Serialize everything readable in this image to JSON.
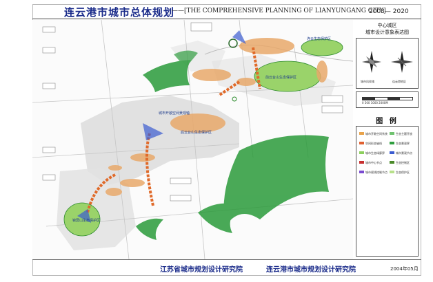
{
  "header": {
    "title_cn": "连云港市城市总体规划",
    "title_en": "——[THE COMPREHENSIVE PLANNING OF LIANYUNGANG CITY]",
    "years": "2003— 2020"
  },
  "sidebar": {
    "subtitle_line1": "中心城区",
    "subtitle_line2": "城市设计意象表达图",
    "rose_left_label": "城市风玫瑰",
    "rose_right_label": "连云港地区",
    "scale_text": "0  500 1000  2000M",
    "legend_title": "图 例",
    "legend_items": [
      {
        "label": "城市开敞空间系统",
        "color": "#e8a24a"
      },
      {
        "label": "生态主题开放",
        "color": "#6fc26f"
      },
      {
        "label": "空间形态轴线",
        "color": "#e06030"
      },
      {
        "label": "生态景观界",
        "color": "#2e9e3e"
      },
      {
        "label": "城市生态绿廊界",
        "color": "#8ccf5c"
      },
      {
        "label": "城市景观节点",
        "color": "#3a5bd0"
      },
      {
        "label": "城市中心节点",
        "color": "#c83030"
      },
      {
        "label": "生态控制区",
        "color": "#4a8a2a"
      },
      {
        "label": "城市视线控制节点",
        "color": "#7a4ad0"
      },
      {
        "label": "生态保护区",
        "color": "#b7e08a"
      }
    ]
  },
  "map": {
    "labels": {
      "axis_label": "城市开敞空间景观轴",
      "zone_top_right": "连云生态保护区",
      "zone_center_right": "前云台山生态保护区",
      "zone_center": "后云台山生态保护区",
      "zone_bottom_left": "锦屏山生态保护区"
    }
  },
  "footer": {
    "institute_left": "江苏省城市规划设计研究院",
    "institute_right": "连云港市城市规划设计研究院",
    "date": "2004年05月"
  },
  "colors": {
    "title_blue": "#1a2b8a",
    "green_fan": "#2a9a3a",
    "orange_axis": "#e06a2a",
    "zone_ellipse": "#e8a86a",
    "green_zone": "#9ad36a"
  }
}
